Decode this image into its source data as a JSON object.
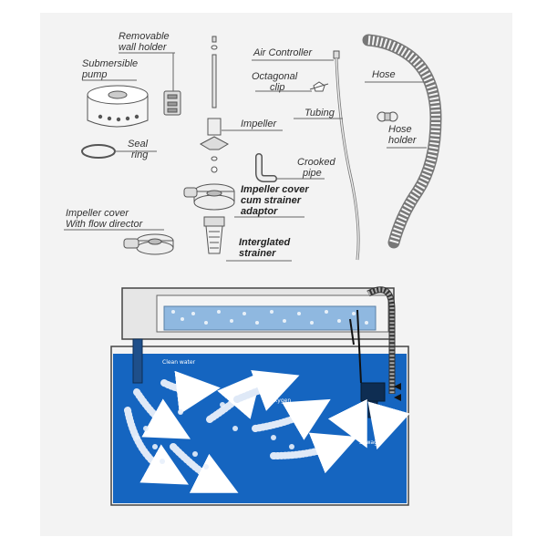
{
  "parts": {
    "removable_wall_holder": [
      "Removable",
      "wall holder"
    ],
    "submersible_pump": [
      "Submersible",
      "pump"
    ],
    "seal_ring": [
      "Seal",
      "ring"
    ],
    "impeller": "Impeller",
    "air_controller": "Air Controller",
    "octagonal_clip": [
      "Octagonal",
      "clip"
    ],
    "tubing": "Tubing",
    "hose": "Hose",
    "hose_holder": [
      "Hose",
      "holder"
    ],
    "crooked_pipe": [
      "Crooked",
      "pipe"
    ],
    "impeller_cover_adaptor": [
      "Impeller cover",
      "cum strainer",
      "adaptor"
    ],
    "impeller_cover_flow_director": [
      "Impeller cover",
      "With flow director"
    ],
    "interglated_strainer": [
      "Interglated",
      "strainer"
    ]
  },
  "tank": {
    "clean_water": "Clean water",
    "oxygen": "Oxygen",
    "sewage": "Sewage"
  },
  "colors": {
    "water": "#1565c0",
    "filter_media": "#8fb8e0",
    "line": "#444444"
  }
}
